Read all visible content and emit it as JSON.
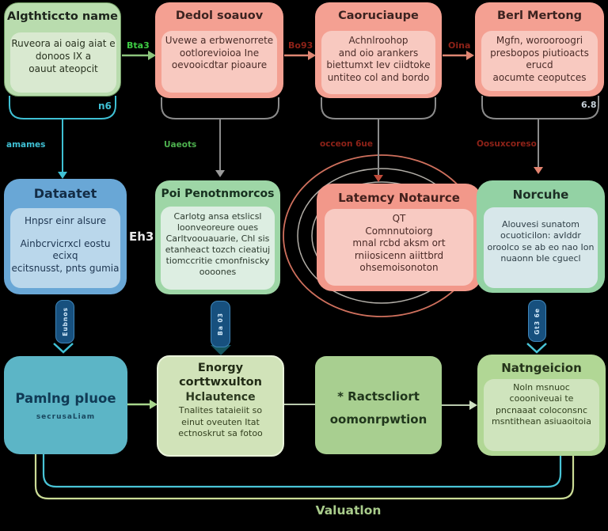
{
  "diagram_title": "Valuatlon",
  "row1": {
    "boxes": [
      {
        "title": "Algthticcto name",
        "body": "Ruveora ai oaig aiat e\ndonoos IX a\noauut ateopcit",
        "bracket_label": "n6",
        "below_label": "amames"
      },
      {
        "title": "Dedol soauov",
        "body": "Uvewe a erbwenorrete\nootlorevioioa Ine\noevooicdtar pioaure",
        "below_label": "Uaeots"
      },
      {
        "title": "Caoruciaupe",
        "body": "Achnlroohop\nand oio arankers\nbiettumxt Iev ciidtoke\nuntiteo col and bordo",
        "below_label": "occeon 6ue"
      },
      {
        "title": "Berl Mertong",
        "body": "Mgfn, worooroogri\npresbopos piutioacts erucd\naocumte ceoputces",
        "bracket_label": "6.8",
        "below_label": "Oosuxcoreso"
      }
    ],
    "arrow_labels": [
      "Bta3",
      "Bo93",
      "Oina"
    ]
  },
  "row2": {
    "dataset": {
      "title": "Dataatet",
      "subtitle": "Hnpsr einr alsure",
      "body": "Ainbcrvicrxcl eostu ecixq\necitsnusst, pnts gumia",
      "side_label": "Eh3"
    },
    "poi": {
      "title": "Poi Penotnmorcos",
      "body": "Carlotg ansa etslicsl\nloonveoreure oues\nCarltvoouauarie, Chl sis\netanheact tozch cieatiuj\ntiomccritie cmonfniscky\noooones"
    },
    "latency": {
      "title": "Latemcy Notaurce",
      "body": "QT\nComnnutoiorg\nmnal rcbd aksm ort\nrniiosicenn aiittbrd\nohsemoisonoton"
    },
    "norcute": {
      "title": "Norcuhe",
      "body": "Alouvesi sunatom\nocuoticilon: avIddr\noroolco se ab eo nao Ion\nnuaonn bIe cguecl"
    }
  },
  "badges": [
    "Eubnos",
    "Ba 03",
    "Gt3 6e"
  ],
  "row3": {
    "pamtng": {
      "title": "Pamlng pIuoe",
      "subtitle": "secrusaLiam"
    },
    "energy": {
      "title": "Enorgy\ncorttwxulton",
      "subtitle": "Hclautence",
      "body": "Tnalites tataieiit so\neinut oveuten Itat\nectnoskrut sa fotoo"
    },
    "reduction": {
      "title": "* Ractscliort\noomonrpwtion"
    },
    "wargecion": {
      "title": "Natngeicion",
      "body": "Noln msnuoc\ncoooniveuai te\npncnaaat coloconsnc\nmsntithean asiuaoitoia"
    }
  },
  "valuation_label": "Valuatlon",
  "colors": {
    "background": "#000000",
    "green_box": "#b9dcae",
    "salmon_box": "#f4a092",
    "blue_box": "#69a7d6",
    "teal_box": "#5cb5c6",
    "teal_line": "#3fc0d4",
    "cyan_loop": "#49c4d6",
    "yellow_green_loop": "#cbdc96",
    "circle_salmon": "#cf705d",
    "circle_gray": "#b3afa8",
    "red_label": "#8e2218",
    "green_label": "#3ecb44"
  }
}
